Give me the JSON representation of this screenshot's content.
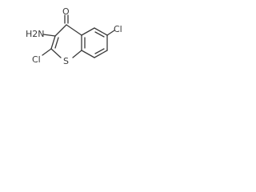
{
  "molecule": {
    "atoms": {
      "amino": "H2N",
      "carbonyl_oxygen": "O",
      "sulfur": "S",
      "chloro_2": "Cl",
      "chloro_6": "Cl"
    }
  },
  "colors": {
    "bond": "#3a3a3a",
    "label": "#3a3a3a",
    "background": "#ffffff"
  }
}
